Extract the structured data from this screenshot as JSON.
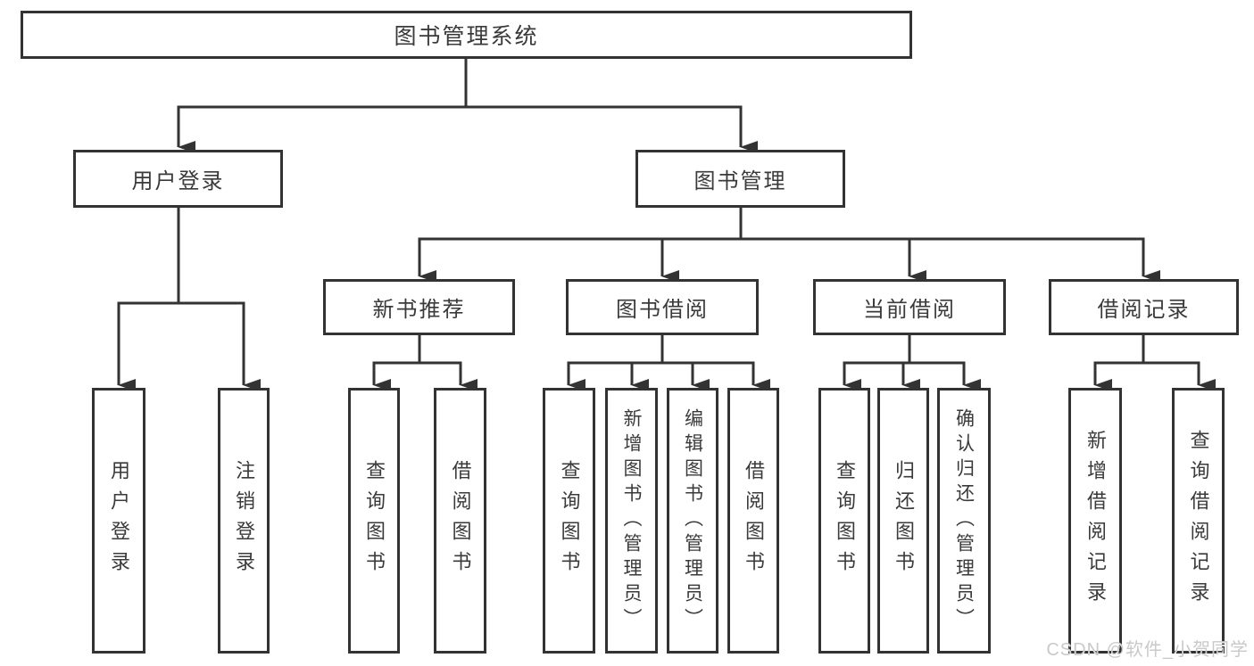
{
  "tree": {
    "label": "图书管理系统",
    "children": [
      {
        "label": "用户登录",
        "children": [
          {
            "label": "用户登录"
          },
          {
            "label": "注销登录"
          }
        ]
      },
      {
        "label": "图书管理",
        "children": [
          {
            "label": "新书推荐",
            "children": [
              {
                "label": "查询图书"
              },
              {
                "label": "借阅图书"
              }
            ]
          },
          {
            "label": "图书借阅",
            "children": [
              {
                "label": "查询图书"
              },
              {
                "label": "新增图书（管理员）"
              },
              {
                "label": "编辑图书（管理员）"
              },
              {
                "label": "借阅图书"
              }
            ]
          },
          {
            "label": "当前借阅",
            "children": [
              {
                "label": "查询图书"
              },
              {
                "label": "归还图书"
              },
              {
                "label": "确认归还（管理员）"
              }
            ]
          },
          {
            "label": "借阅记录",
            "children": [
              {
                "label": "新增借阅记录"
              },
              {
                "label": "查询借阅记录"
              }
            ]
          }
        ]
      }
    ]
  },
  "watermark": {
    "text": "CSDN @软件_小贺同学"
  },
  "colors": {
    "line": "#333333",
    "text": "#3a3a3a",
    "watermark": "#c9c9c9",
    "background": "#ffffff"
  }
}
